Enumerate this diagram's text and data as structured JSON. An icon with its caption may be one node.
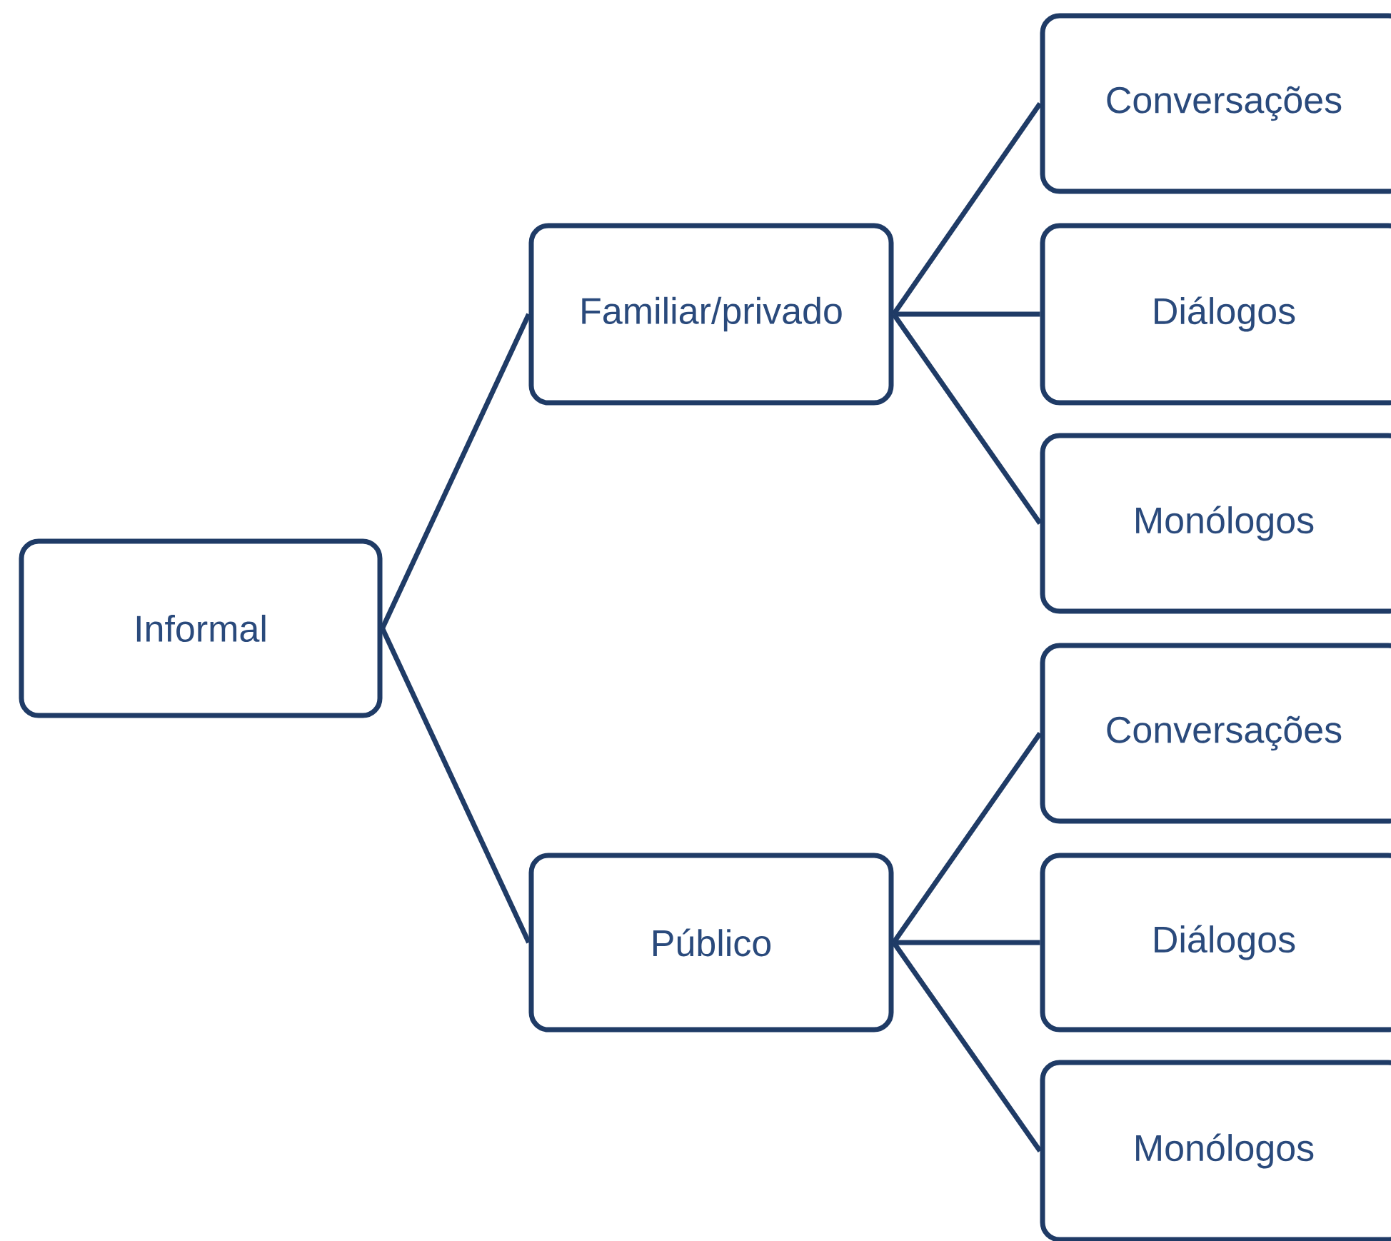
{
  "diagram": {
    "nodes": [
      {
        "text": [
          "Informal"
        ]
      },
      {
        "text": [
          "Familiar/privado"
        ]
      },
      {
        "text": [
          "Público"
        ]
      },
      {
        "text": [
          "Conversações"
        ]
      },
      {
        "text": [
          "Diálogos"
        ]
      },
      {
        "text": [
          "Monólogos"
        ]
      },
      {
        "text": [
          "Conversações"
        ]
      },
      {
        "text": [
          "Diálogos"
        ]
      },
      {
        "text": [
          "Monólogos"
        ]
      }
    ],
    "edges": [
      {
        "from": 0,
        "to": 1,
        "arrow": "none"
      },
      {
        "from": 0,
        "to": 2,
        "arrow": "none"
      },
      {
        "from": 1,
        "to": 3,
        "arrow": "none"
      },
      {
        "from": 1,
        "to": 4,
        "arrow": "none"
      },
      {
        "from": 1,
        "to": 5,
        "arrow": "none"
      },
      {
        "from": 2,
        "to": 6,
        "arrow": "none"
      },
      {
        "from": 2,
        "to": 7,
        "arrow": "none"
      },
      {
        "from": 2,
        "to": 8,
        "arrow": "none"
      }
    ]
  }
}
